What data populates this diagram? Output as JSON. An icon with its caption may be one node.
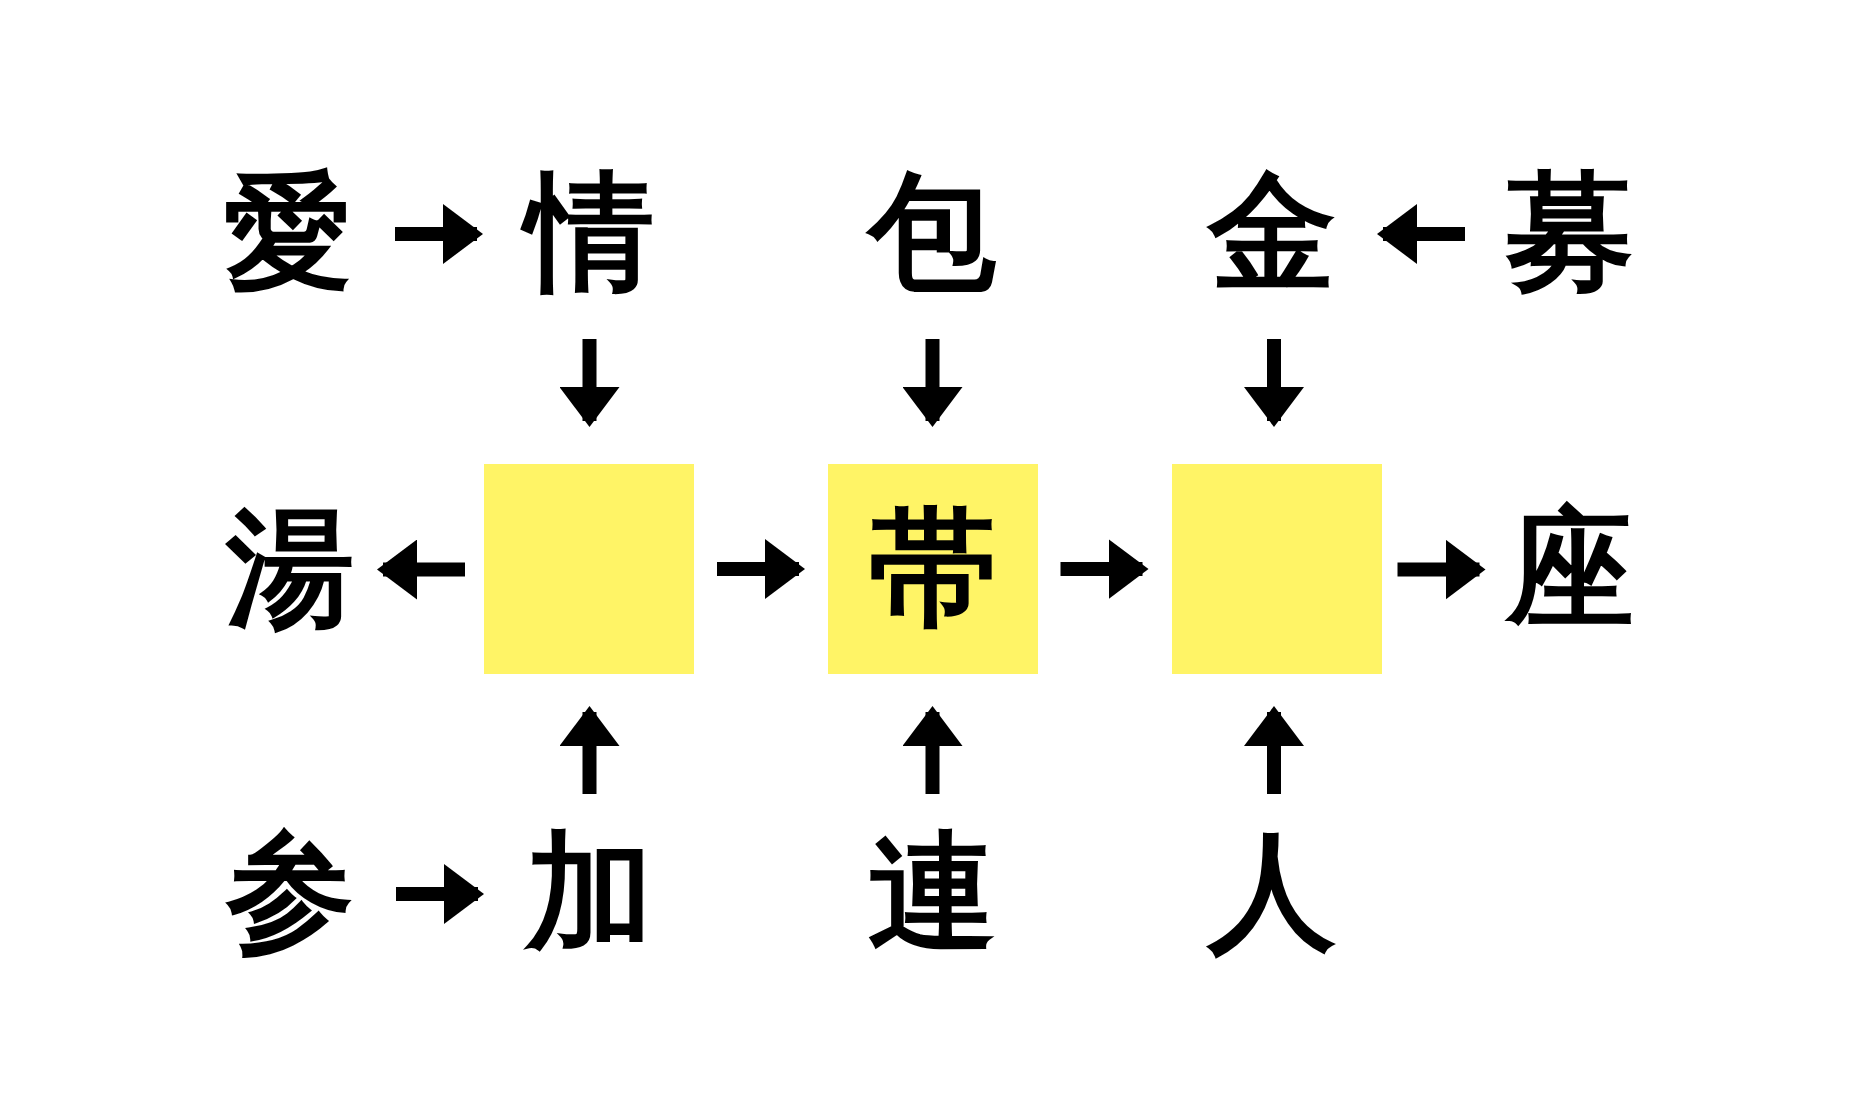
{
  "diagram": {
    "nodes": [
      {
        "text": [
          "愛"
        ]
      },
      {
        "text": [
          "情"
        ]
      },
      {
        "text": [
          "包"
        ]
      },
      {
        "text": [
          "金"
        ]
      },
      {
        "text": [
          "募"
        ]
      },
      {
        "text": [
          "湯"
        ]
      },
      {
        "text": [],
        "shape": "box"
      },
      {
        "text": [
          "帯"
        ]
      },
      {
        "text": [],
        "shape": "box"
      },
      {
        "text": [
          "座"
        ]
      },
      {
        "text": [
          "参"
        ]
      },
      {
        "text": [
          "加"
        ]
      },
      {
        "text": [
          "連"
        ]
      },
      {
        "text": [
          "人"
        ]
      }
    ],
    "edges": [
      {
        "from": 0,
        "to": 1,
        "arrow": "to"
      },
      {
        "from": 4,
        "to": 3,
        "arrow": "to"
      },
      {
        "from": 1,
        "to": 6,
        "arrow": "to"
      },
      {
        "from": 2,
        "to": 7,
        "arrow": "to"
      },
      {
        "from": 3,
        "to": 8,
        "arrow": "to"
      },
      {
        "from": 6,
        "to": 5,
        "arrow": "to"
      },
      {
        "from": 6,
        "to": 7,
        "arrow": "to"
      },
      {
        "from": 7,
        "to": 8,
        "arrow": "to"
      },
      {
        "from": 8,
        "to": 9,
        "arrow": "to"
      },
      {
        "from": 11,
        "to": 6,
        "arrow": "to"
      },
      {
        "from": 12,
        "to": 7,
        "arrow": "to"
      },
      {
        "from": 13,
        "to": 8,
        "arrow": "to"
      },
      {
        "from": 10,
        "to": 11,
        "arrow": "to"
      }
    ]
  }
}
